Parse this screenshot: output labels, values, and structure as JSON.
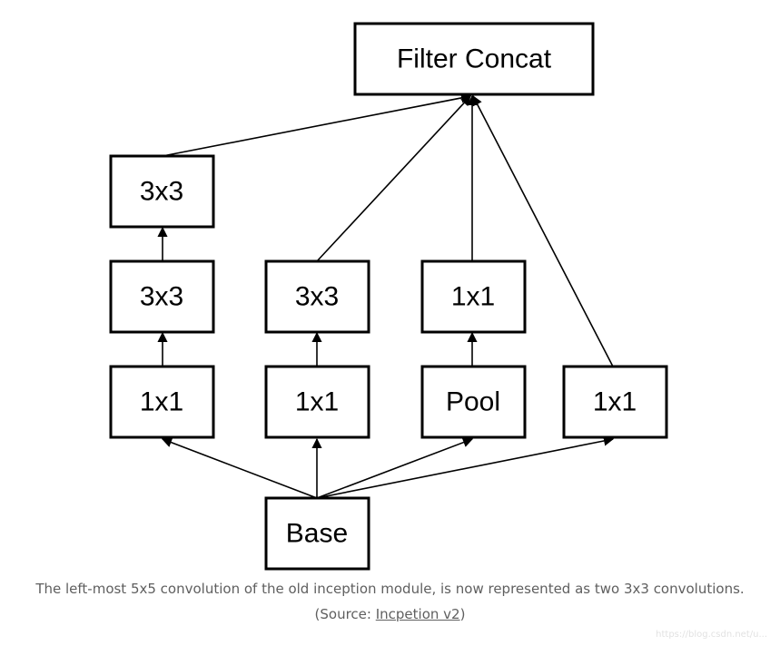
{
  "diagram": {
    "nodes": {
      "filter_concat": "Filter Concat",
      "conv3x3_top": "3x3",
      "conv3x3_left": "3x3",
      "conv1x1_left": "1x1",
      "conv3x3_middle": "3x3",
      "conv1x1_middle": "1x1",
      "conv1x1_pool_branch": "1x1",
      "pool": "Pool",
      "conv1x1_right": "1x1",
      "base": "Base"
    },
    "edges": [
      [
        "base",
        "conv1x1_left"
      ],
      [
        "base",
        "conv1x1_middle"
      ],
      [
        "base",
        "pool"
      ],
      [
        "base",
        "conv1x1_right"
      ],
      [
        "conv1x1_left",
        "conv3x3_left"
      ],
      [
        "conv3x3_left",
        "conv3x3_top"
      ],
      [
        "conv1x1_middle",
        "conv3x3_middle"
      ],
      [
        "pool",
        "conv1x1_pool_branch"
      ],
      [
        "conv3x3_top",
        "filter_concat"
      ],
      [
        "conv3x3_middle",
        "filter_concat"
      ],
      [
        "conv1x1_pool_branch",
        "filter_concat"
      ],
      [
        "conv1x1_right",
        "filter_concat"
      ]
    ]
  },
  "caption": {
    "line1": "The left-most 5x5 convolution of the old inception module, is now represented as two 3x3 convolutions.",
    "line2_prefix": "(Source: ",
    "line2_link": "Incpetion v2",
    "line2_suffix": ")"
  },
  "watermark": "https://blog.csdn.net/u..."
}
